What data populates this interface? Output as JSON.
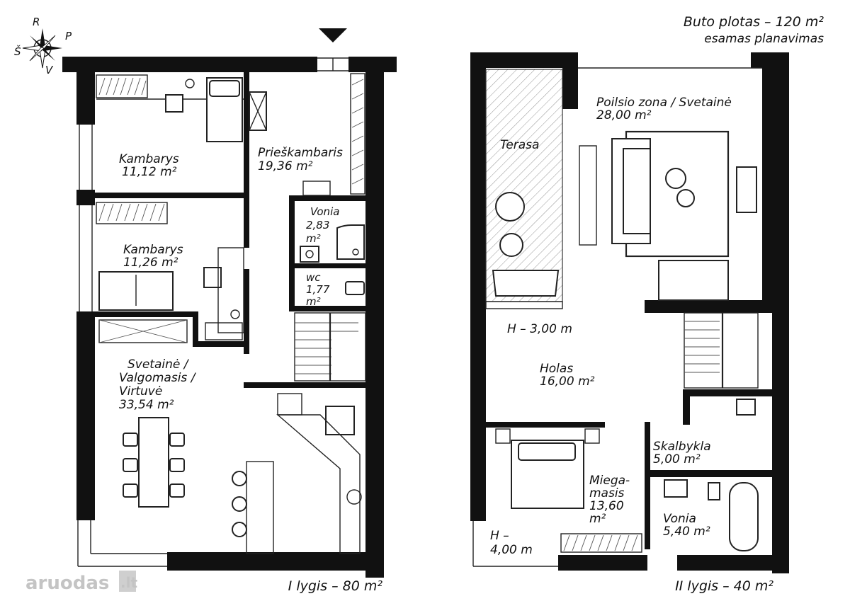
{
  "header": {
    "area_title": "Buto plotas – 120 m²",
    "subtitle": "esamas planavimas"
  },
  "compass": {
    "n": "R",
    "s": "Š",
    "e": "P",
    "w": "V"
  },
  "level1": {
    "caption": "I lygis – 80 m²",
    "rooms": [
      {
        "name": "Kambarys",
        "area": "11,12 m²"
      },
      {
        "name": "Prieškambaris",
        "area": "19,36 m²"
      },
      {
        "name": "Kambarys",
        "area": "11,26 m²"
      },
      {
        "name": "Vonia",
        "area_num": "2,83",
        "area_unit": "m²"
      },
      {
        "name": "wc",
        "area_num": "1,77",
        "area_unit": "m²"
      },
      {
        "name_lines": [
          "Svetainė /",
          "Valgomasis /",
          "Virtuvė"
        ],
        "area": "33,54 m²"
      }
    ]
  },
  "level2": {
    "caption": "II lygis – 40 m²",
    "rooms": [
      {
        "name": "Poilsio zona / Svetainė",
        "area": "28,00 m²"
      },
      {
        "name": "Terasa"
      },
      {
        "name": "Holas",
        "area": "16,00 m²"
      },
      {
        "name": "Skalbykla",
        "area": "5,00 m²"
      },
      {
        "name_lines": [
          "Miega-",
          "masis"
        ],
        "area_num": "13,60",
        "area_unit": "m²"
      },
      {
        "name": "Vonia",
        "area": "5,40 m²"
      }
    ],
    "heights": {
      "hall": "H – 3,00 m",
      "bedroom_a": "H –",
      "bedroom_b": "4,00 m"
    }
  },
  "watermark": {
    "brand": "aruodas",
    "tld": ".lt"
  },
  "colors": {
    "wall": "#111111",
    "hatch": "#555555",
    "watermark": "#c4c4c4"
  }
}
